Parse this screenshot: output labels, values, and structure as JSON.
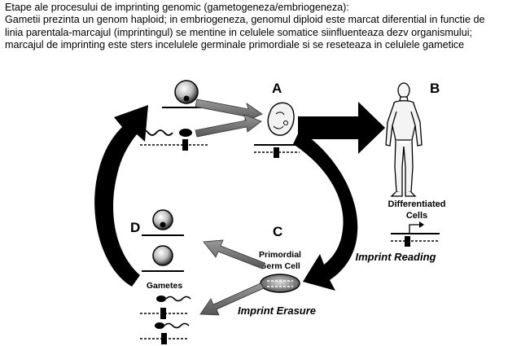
{
  "header": {
    "line1": "Etape ale procesului de imprinting genomic (gametogeneza/embriogeneza):",
    "line2": "Gametii prezinta un genom haploid; in embriogeneza, genomul diploid este marcat diferential in functie de linia parentala-marcajul (imprintingul) se mentine in celulele somatice siinfluenteaza dezv organismului; marcajul de imprinting este sters incelulele germinale primordiale si se reseteaza in celulele gametice"
  },
  "labels": {
    "a": "A",
    "b": "B",
    "c": "C",
    "d": "D",
    "differentiated_line1": "Differentiated",
    "differentiated_line2": "Cells",
    "imprint_reading": "Imprint Reading",
    "primordial_line1": "Primordial",
    "primordial_line2": "Germ Cell",
    "gametes": "Gametes",
    "imprint_erasure": "Imprint Erasure"
  },
  "colors": {
    "ink": "#000000",
    "background": "#ffffff",
    "arrow_gray": "#7a7a7a"
  }
}
